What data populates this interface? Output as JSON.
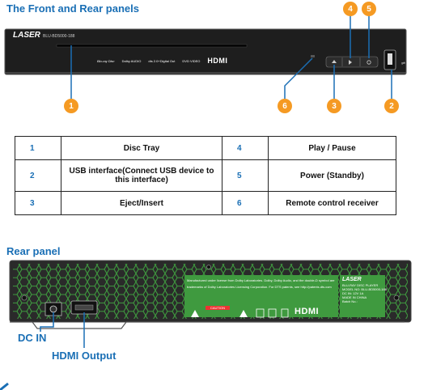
{
  "front_heading": "The Front and Rear panels",
  "brand": "LASER",
  "model": "BLU-BD5000-188",
  "front_logos": [
    "Blu-ray Disc",
    "Dolby AUDIO",
    "dts 2.0+Digital Out",
    "DVD VIDEO",
    "HDMI"
  ],
  "callouts": [
    "1",
    "2",
    "3",
    "4",
    "5",
    "6"
  ],
  "table_rows": [
    {
      "n1": "1",
      "d1": "Disc Tray",
      "n2": "4",
      "d2": "Play / Pause"
    },
    {
      "n1": "2",
      "d1": "USB interface(Connect USB device to this interface)",
      "n2": "5",
      "d2": "Power (Standby)"
    },
    {
      "n1": "3",
      "d1": "Eject/Insert",
      "n2": "6",
      "d2": "Remote control receiver"
    }
  ],
  "rear_heading": "Rear panel",
  "rear_notice": "Manufactured under license from Dolby Laboratories. Dolby, Dolby Audio, and the double-D symbol are trademarks of Dolby Laboratories Licensing Corporation. For DTS patents, see http://patents.dts.com",
  "caution": "CAUTION",
  "rear_hdmi": "HDMI",
  "rear_label_lines": [
    "LASER",
    "BLU-RAY DISC PLAYER",
    "MODEL NO: BLU-BD5000-188",
    "DC IN: 12V 1A",
    "MADE IN CHINA",
    "Batch No.:"
  ],
  "dc_in_label": "DC IN",
  "hdmi_output_label": "HDMI Output",
  "colors": {
    "accent_blue": "#1a6fb5",
    "callout_orange": "#f59a23",
    "mesh_green": "#3f9a3f"
  }
}
